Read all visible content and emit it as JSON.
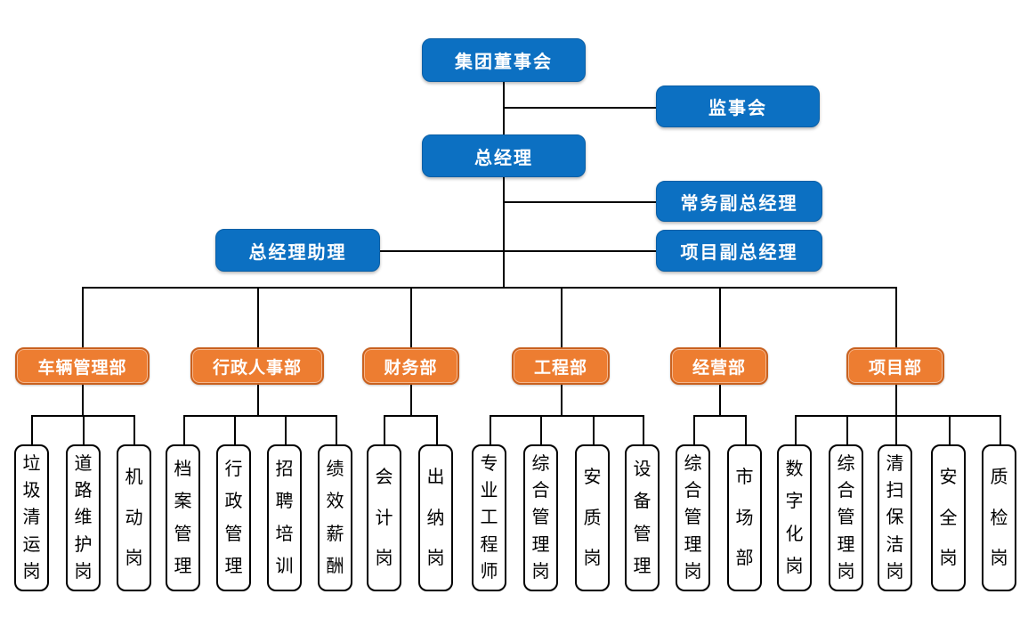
{
  "org": {
    "executive": {
      "board": "集团董事会",
      "supervisory": "监事会",
      "general_manager": "总经理",
      "executive_deputy_gm": "常务副总经理",
      "project_deputy_gm": "项目副总经理",
      "gm_assistant": "总经理助理"
    },
    "departments": [
      {
        "label": "车辆管理部",
        "positions": [
          "垃圾清运岗",
          "道路维护岗",
          "机动岗"
        ]
      },
      {
        "label": "行政人事部",
        "positions": [
          "档案管理",
          "行政管理",
          "招聘培训",
          "绩效薪酬"
        ]
      },
      {
        "label": "财务部",
        "positions": [
          "会计岗",
          "出纳岗"
        ]
      },
      {
        "label": "工程部",
        "positions": [
          "专业工程师",
          "综合管理岗",
          "安质岗",
          "设备管理"
        ]
      },
      {
        "label": "经营部",
        "positions": [
          "综合管理岗",
          "市场部"
        ]
      },
      {
        "label": "项目部",
        "positions": [
          "数字化岗",
          "综合管理岗",
          "清扫保洁岗",
          "安全岗",
          "质检岗"
        ]
      }
    ]
  },
  "colors": {
    "executive_box": "#0c70c2",
    "department_box": "#ed7d31",
    "department_border": "#c9611f",
    "position_box_bg": "#ffffff",
    "position_box_border": "#000000",
    "connector": "#000000",
    "text_on_color": "#ffffff",
    "text_on_white": "#000000"
  }
}
